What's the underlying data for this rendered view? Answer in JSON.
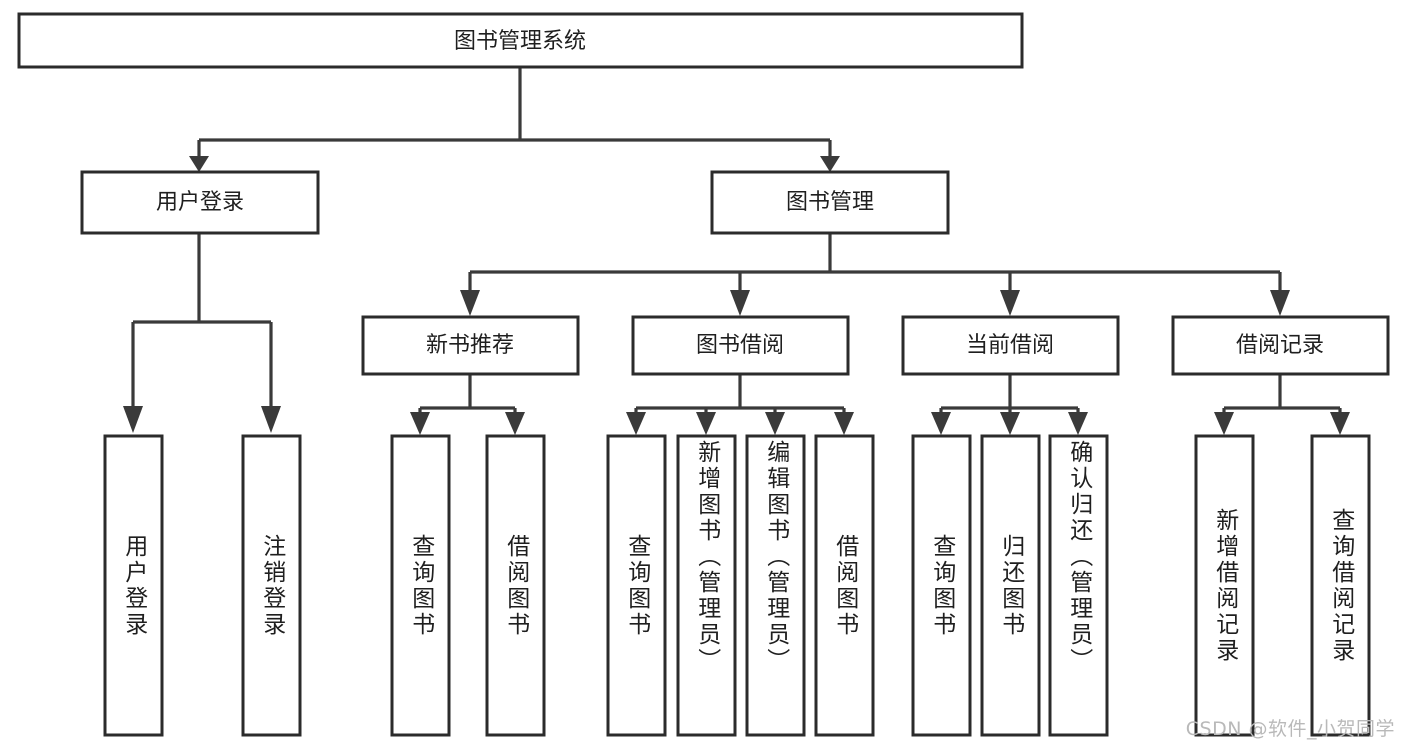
{
  "diagram": {
    "type": "tree-hierarchy",
    "title": "图书管理系统",
    "watermark": "CSDN @软件_小贺同学",
    "colors": {
      "box_stroke": "#2b2b2b",
      "box_fill": "#ffffff",
      "connector": "#3a3a3a",
      "text": "#1f1f1f",
      "watermark": "#b9b9b9",
      "background": "#ffffff"
    },
    "nodes": {
      "root": {
        "label": "图书管理系统"
      },
      "level2": [
        {
          "label": "用户登录"
        },
        {
          "label": "图书管理"
        }
      ],
      "level3": [
        {
          "label": "新书推荐"
        },
        {
          "label": "图书借阅"
        },
        {
          "label": "当前借阅"
        },
        {
          "label": "借阅记录"
        }
      ],
      "leaves": {
        "user_login": [
          {
            "label": "用户登录"
          },
          {
            "label": "注销登录"
          }
        ],
        "new_book_recommend": [
          {
            "label": "查询图书"
          },
          {
            "label": "借阅图书"
          }
        ],
        "book_borrow": [
          {
            "label": "查询图书"
          },
          {
            "label": "新增图书（管理员）"
          },
          {
            "label": "编辑图书（管理员）"
          },
          {
            "label": "借阅图书"
          }
        ],
        "current_borrow": [
          {
            "label": "查询图书"
          },
          {
            "label": "归还图书"
          },
          {
            "label": "确认归还（管理员）"
          }
        ],
        "borrow_record": [
          {
            "label": "新增借阅记录"
          },
          {
            "label": "查询借阅记录"
          }
        ]
      }
    }
  }
}
